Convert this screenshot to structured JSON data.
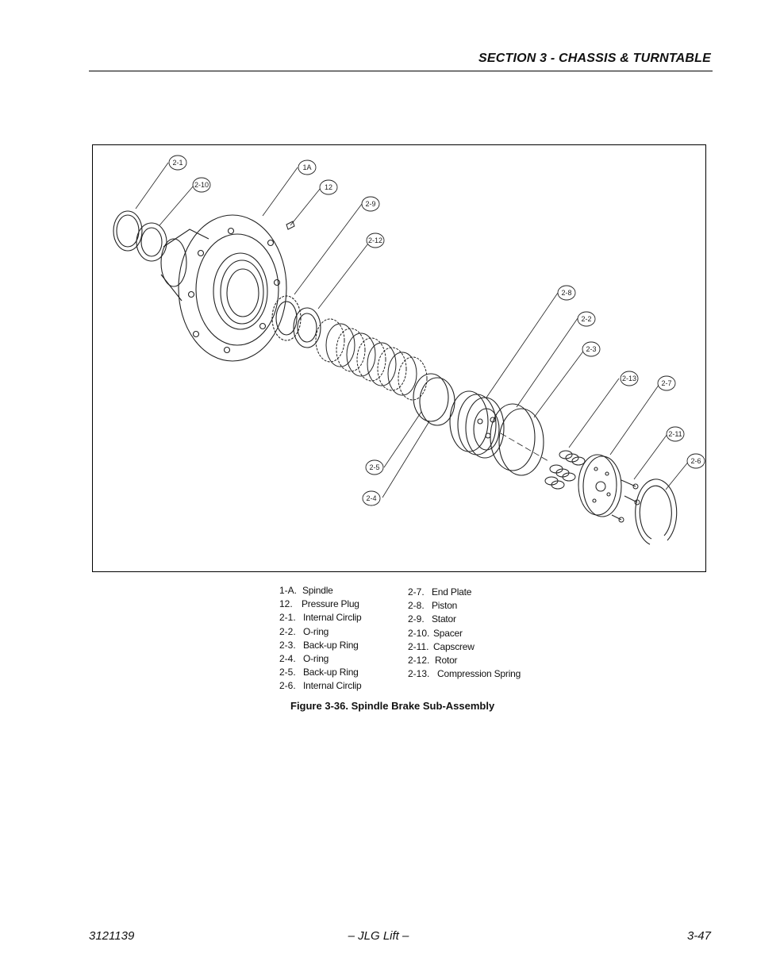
{
  "header": {
    "section_title": "SECTION 3 - CHASSIS & TURNTABLE"
  },
  "legend": {
    "left": [
      {
        "num": "1-A.",
        "label": "Spindle"
      },
      {
        "num": "12.",
        "label": "Pressure Plug"
      },
      {
        "num": "2-1.",
        "label": "Internal Circlip"
      },
      {
        "num": "2-2.",
        "label": "O-ring"
      },
      {
        "num": "2-3.",
        "label": "Back-up Ring"
      },
      {
        "num": "2-4.",
        "label": "O-ring"
      },
      {
        "num": "2-5.",
        "label": "Back-up Ring"
      },
      {
        "num": "2-6.",
        "label": "Internal Circlip"
      }
    ],
    "right": [
      {
        "num": "2-7.",
        "label": "End Plate"
      },
      {
        "num": "2-8.",
        "label": "Piston"
      },
      {
        "num": "2-9.",
        "label": "Stator"
      },
      {
        "num": "2-10.",
        "label": "Spacer"
      },
      {
        "num": "2-11.",
        "label": "Capscrew"
      },
      {
        "num": "2-12.",
        "label": "Rotor"
      },
      {
        "num": "2-13.",
        "label": "Compression Spring"
      }
    ]
  },
  "figure": {
    "caption": "Figure 3-36.  Spindle Brake Sub-Assembly",
    "callouts": [
      "2-1",
      "2-10",
      "1A",
      "12",
      "2-9",
      "2-12",
      "2-8",
      "2-2",
      "2-3",
      "2-13",
      "2-7",
      "2-11",
      "2-6",
      "2-5",
      "2-4"
    ]
  },
  "footer": {
    "doc_number": "3121139",
    "center": "– JLG Lift –",
    "page": "3-47"
  }
}
